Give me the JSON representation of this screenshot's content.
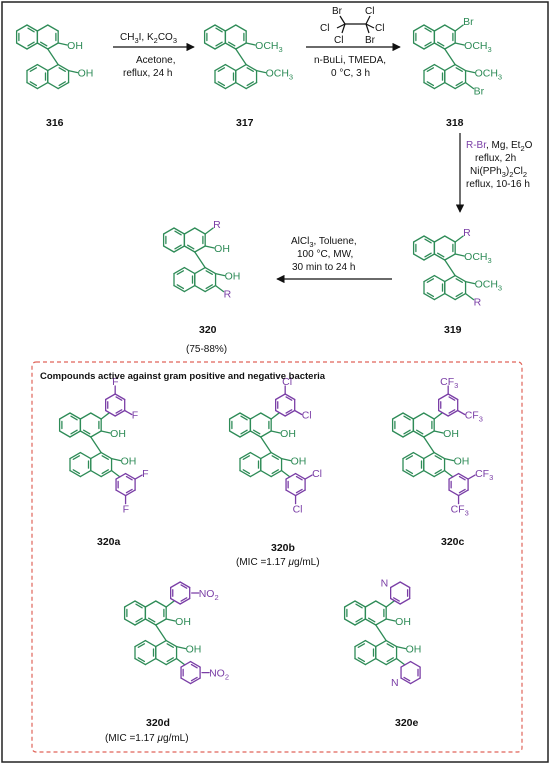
{
  "colors": {
    "structure": "#2e8b57",
    "substituent": "#7a3ea6",
    "frame": "#222222",
    "dashed_box": "#e0655a",
    "text": "#111111"
  },
  "compounds": {
    "c316": "316",
    "c317": "317",
    "c318": "318",
    "c319": "319",
    "c320": "320",
    "yield320": "(75-88%)",
    "c320a": "320a",
    "c320b": "320b",
    "c320c": "320c",
    "c320d": "320d",
    "c320e": "320e"
  },
  "labels": {
    "oh": "OH",
    "ome": "OCH",
    "three": "3",
    "br": "Br",
    "cl": "Cl",
    "r": "R",
    "f": "F",
    "cf": "CF",
    "no": "NO",
    "two": "2",
    "n": "N"
  },
  "conditions": {
    "step1": {
      "line1": "CH",
      "line1b": "3",
      "line1c": "I, K",
      "line1d": "2",
      "line1e": "CO",
      "line1f": "3",
      "line2": "Acetone,",
      "line3": "reflux, 24 h"
    },
    "step2": {
      "line1": "n-BuLi, TMEDA,",
      "line2": "0 °C, 3 h"
    },
    "step3": {
      "line1a": "R-Br",
      "line1b": ", Mg, Et",
      "line1c": "2",
      "line1d": "O",
      "line2": "reflux, 2h",
      "line3a": "Ni(PPh",
      "line3b": "3",
      "line3c": ")",
      "line3d": "2",
      "line3e": "Cl",
      "line3f": "2",
      "line4": "reflux, 10-16 h"
    },
    "step4": {
      "line1": "AlCl",
      "line1b": "3",
      "line1c": ", Toluene,",
      "line2": "100 °C, MW,",
      "line3": "30 min to 24 h"
    }
  },
  "box_title": "Compounds active against gram positive and negative bacteria",
  "mic": {
    "b": "(MIC =1.17 ",
    "d": "(MIC =1.17 ",
    "unit_mu": "μ",
    "unit_rest": "g/mL)"
  }
}
